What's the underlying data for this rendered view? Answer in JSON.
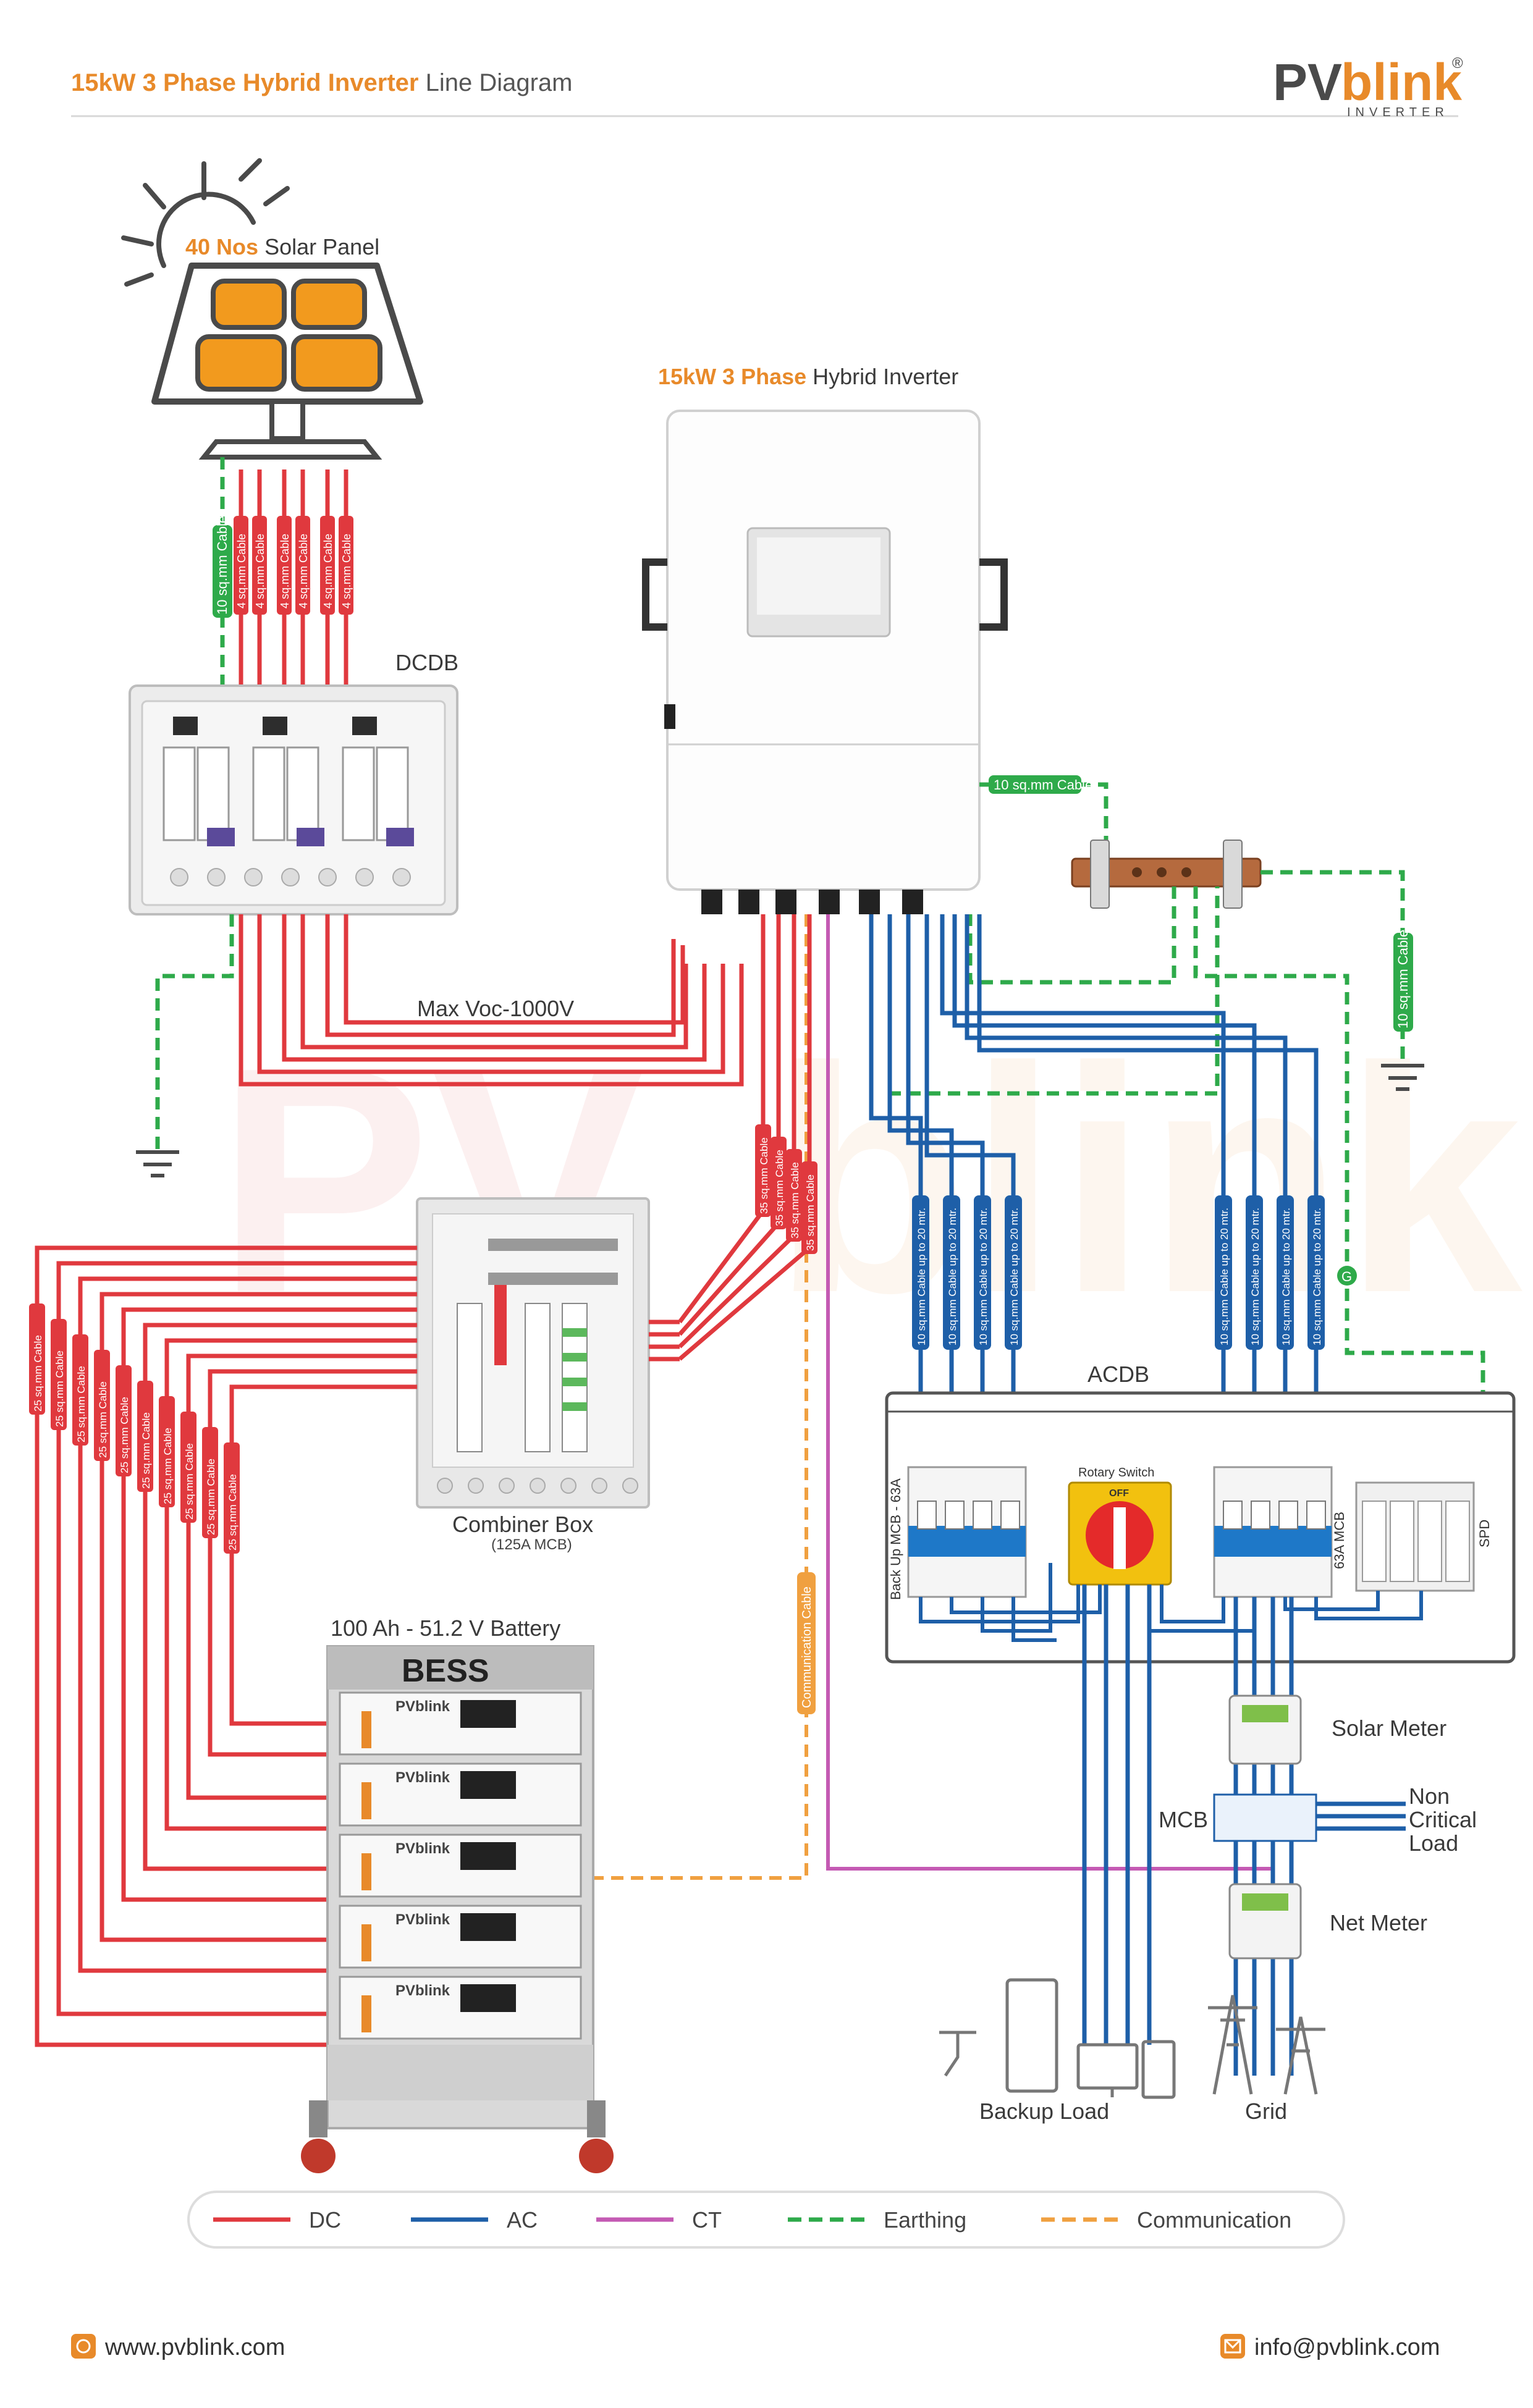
{
  "header": {
    "title_accent": "15kW 3 Phase Hybrid Inverter",
    "title_rest": " Line Diagram",
    "brand_pv": "PV",
    "brand_blink": "blink",
    "brand_sub": "INVERTER",
    "brand_reg": "®"
  },
  "labels": {
    "solar_qty": "40 Nos",
    "solar_name": " Solar Panel",
    "inverter_accent": "15kW 3 Phase",
    "inverter_name": " Hybrid Inverter",
    "dcdb": "DCDB",
    "max_voc": "Max Voc-1000V",
    "combiner": "Combiner Box",
    "combiner_sub": "(125A MCB)",
    "battery": "100 Ah - 51.2 V Battery",
    "bess": "BESS",
    "acdb": "ACDB",
    "rotary": "Rotary Switch",
    "rotary_off": "OFF",
    "backup_mcb": "Back Up MCB - 63A",
    "mcb63": "63A MCB",
    "spd": "SPD",
    "solar_meter": "Solar Meter",
    "mcb": "MCB",
    "non_critical_1": "Non",
    "non_critical_2": "Critical",
    "non_critical_3": "Load",
    "net_meter": "Net Meter",
    "backup_load": "Backup Load",
    "grid": "Grid",
    "comm_cable": "Communication Cable",
    "earth_cable": "10 sq.mm Cable",
    "pv_cable": "4 sq.mm Cable",
    "bat_cable": "35 sq.mm Cable",
    "string_cable": "25 sq.mm Cable",
    "ac_cable": "10 sq.mm Cable up to 20 mtr.",
    "g_tag": "G",
    "battery_brand": "PVblink"
  },
  "legend": [
    {
      "label": "DC",
      "color": "#e0393e",
      "style": "solid"
    },
    {
      "label": "AC",
      "color": "#1e5fa8",
      "style": "solid"
    },
    {
      "label": "CT",
      "color": "#c45ab3",
      "style": "solid"
    },
    {
      "label": "Earthing",
      "color": "#2eaa4a",
      "style": "dashed"
    },
    {
      "label": "Communication",
      "color": "#f0a040",
      "style": "dashed"
    }
  ],
  "footer": {
    "website": "www.pvblink.com",
    "email": "info@pvblink.com"
  },
  "colors": {
    "dc": "#e0393e",
    "ac": "#1e5fa8",
    "ct": "#c45ab3",
    "earth": "#2eaa4a",
    "comm": "#f0a040",
    "accent": "#e88a2a"
  }
}
